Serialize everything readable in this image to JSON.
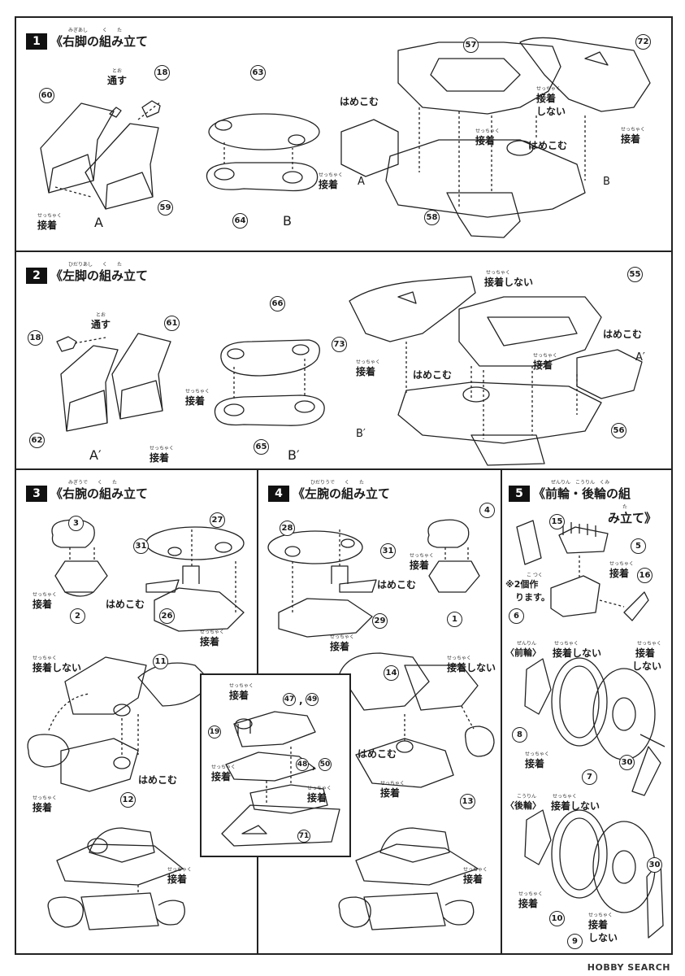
{
  "steps": [
    {
      "no": "1",
      "title": "《右脚の組み立て",
      "ruby": "みぎあし　　　く　　た"
    },
    {
      "no": "2",
      "title": "《左脚の組み立て",
      "ruby": "ひだりあし　　く　　た"
    },
    {
      "no": "3",
      "title": "《右腕の組み立て",
      "ruby": "みぎうで　　く　　た"
    },
    {
      "no": "4",
      "title": "《左腕の組み立て",
      "ruby": "ひだりうで　　く　　た"
    },
    {
      "no": "5",
      "title": "《前輪・後輪の組",
      "title2": "み立て》",
      "ruby": "ぜんりん　こうりん　くみ",
      "ruby2": "た"
    }
  ],
  "labels": {
    "glue": "接着",
    "glue_ruby": "せっちゃく",
    "no_glue": "接着しない",
    "no_glue_a": "接着",
    "no_glue_b": "しない",
    "fit": "はめこむ",
    "pass": "通す",
    "pass_ruby": "とお",
    "make_two": "※2個作",
    "make_two_b": "ります。",
    "make_two_ruby": "こ つく",
    "front_wheel": "〈前輪〉",
    "front_wheel_ruby": "ぜんりん",
    "rear_wheel": "〈後輪〉",
    "rear_wheel_ruby": "こうりん"
  },
  "callouts": {
    "A": "A",
    "B": "B",
    "A_prime": "A′",
    "B_prime": "B′"
  },
  "parts": {
    "p1": [
      "60",
      "18",
      "59",
      "63",
      "64",
      "57",
      "72",
      "58"
    ],
    "p2": [
      "18",
      "61",
      "62",
      "66",
      "65",
      "73",
      "55",
      "56"
    ],
    "p3": [
      "3",
      "2",
      "27",
      "31",
      "26",
      "11",
      "12"
    ],
    "p4": [
      "28",
      "31",
      "29",
      "4",
      "1",
      "14",
      "13"
    ],
    "inset": [
      "47",
      "49",
      "19",
      "48",
      "50",
      "71"
    ],
    "p5": [
      "15",
      "5",
      "16",
      "6",
      "8",
      "7",
      "30",
      "10",
      "9",
      "30"
    ]
  },
  "watermark": "HOBBY SEARCH"
}
